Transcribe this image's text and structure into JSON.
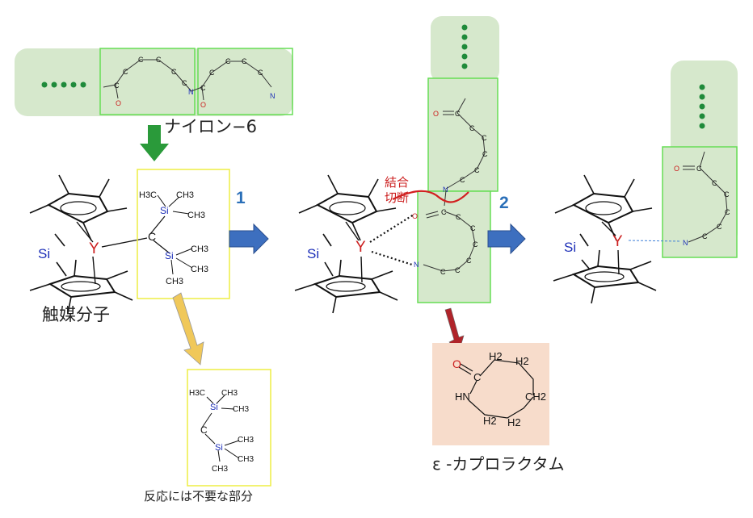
{
  "labels": {
    "nylon": "ナイロン−6",
    "catalyst": "触媒分子",
    "bond_cleave_1": "結合",
    "bond_cleave_2": "切断",
    "step1": "1",
    "step2": "2",
    "caprolactam": "ε -カプロラクタム",
    "unneeded": "反応には不要な部分"
  },
  "atoms": {
    "C": "C",
    "O": "O",
    "N": "N",
    "Y": "Y",
    "Si": "Si",
    "H3C": "H3C",
    "CH3": "CH3",
    "HN": "HN",
    "H2": "H2",
    "CH2": "CH2"
  },
  "colors": {
    "green_panel": "#d6e8cc",
    "green_border": "#66dd55",
    "dot_green": "#1f8a3a",
    "yellow_border": "#eeee44",
    "salmon": "#f7dccb",
    "blue_arrow": "#3d6fbf",
    "red": "#cc2020",
    "label_blue": "#2a6fb8",
    "si_blue": "#1d2fb8"
  },
  "icons": {
    "green_arrow": "arrow-down-green-icon",
    "yellow_arrow": "arrow-down-yellow-icon",
    "blue_arrow": "arrow-right-blue-icon",
    "red_arrow": "arrow-down-red-icon"
  }
}
